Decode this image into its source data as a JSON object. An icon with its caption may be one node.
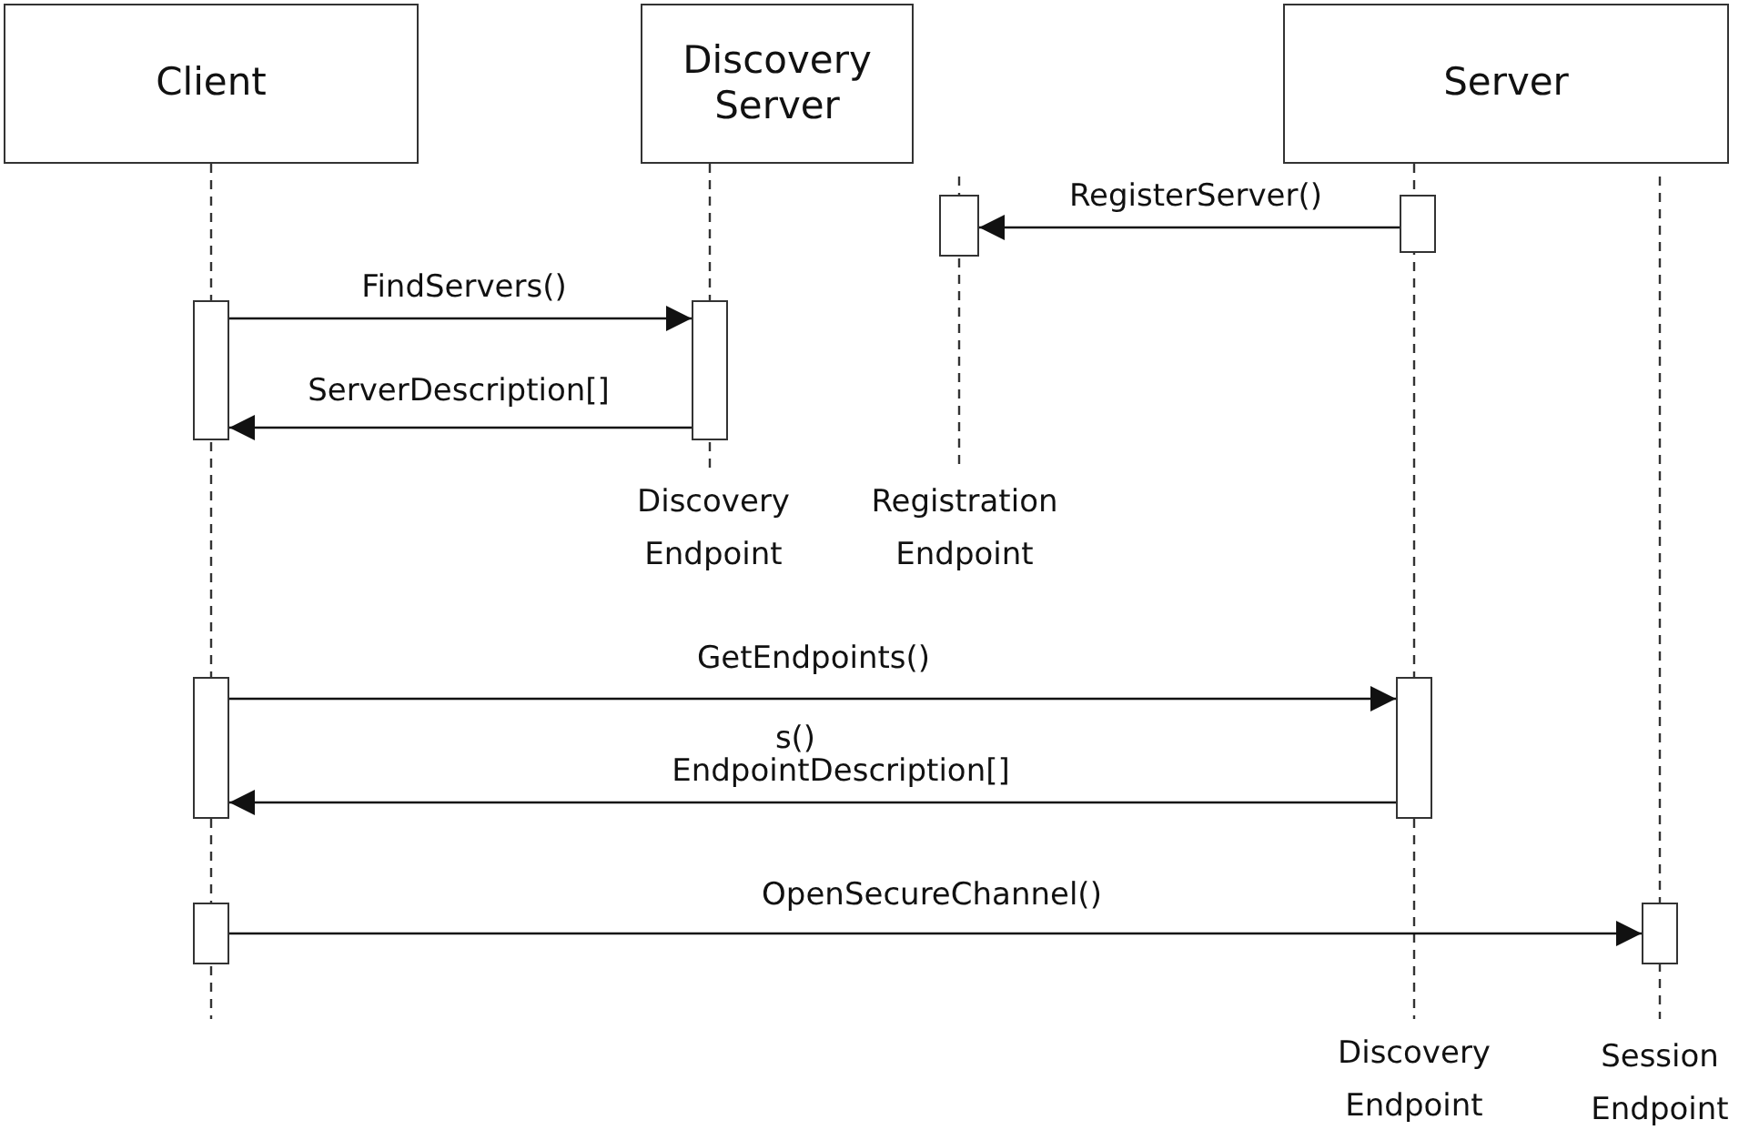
{
  "diagram": {
    "nodes": [
      {
        "text": [
          "Client"
        ]
      },
      {
        "text": [
          "Discovery Server"
        ]
      },
      {
        "text": [
          "Server"
        ]
      },
      {
        "text": [],
        "shape": "box"
      },
      {
        "text": [],
        "shape": "box"
      },
      {
        "text": [],
        "shape": "box"
      },
      {
        "text": [],
        "shape": "box"
      },
      {
        "text": [],
        "shape": "box"
      },
      {
        "text": [],
        "shape": "box"
      },
      {
        "text": [],
        "shape": "box"
      },
      {
        "text": [],
        "shape": "box"
      }
    ],
    "edges": [
      {
        "from": 4,
        "to": 3,
        "arrow": "to",
        "label": "RegisterServer()"
      },
      {
        "from": 5,
        "to": 6,
        "arrow": "to",
        "label": "FindServers()"
      },
      {
        "from": 6,
        "to": 5,
        "arrow": "to",
        "label": "ServerDescription[]"
      },
      {
        "from": 7,
        "to": 8,
        "arrow": "to",
        "label": "GetEndpoints()"
      },
      {
        "from": 8,
        "to": 7,
        "arrow": "to",
        "label": "EndpointDescription[]"
      },
      {
        "from": 9,
        "to": 10,
        "arrow": "to",
        "label": "OpenSecureChannel()"
      }
    ],
    "labels": [
      "Discovery Endpoint",
      "Registration Endpoint",
      "s()",
      "Discovery Endpoint",
      "Session Endpoint"
    ]
  }
}
